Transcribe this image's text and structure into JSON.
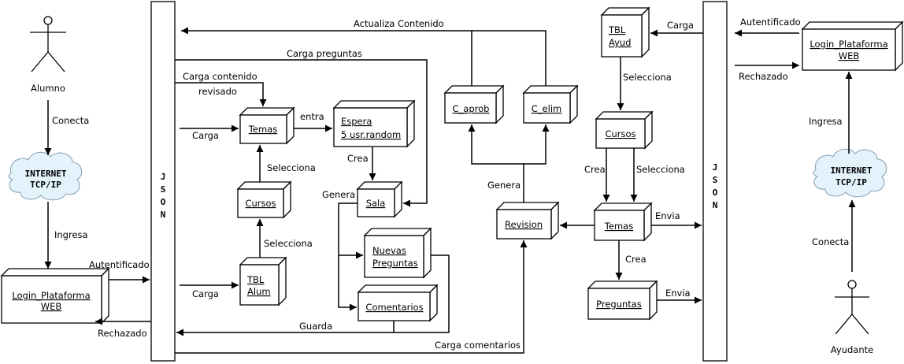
{
  "actors": {
    "alumno": "Alumno",
    "ayudante": "Ayudante"
  },
  "clouds": {
    "left": {
      "line1": "INTERNET",
      "line2": "TCP/IP"
    },
    "right": {
      "line1": "INTERNET",
      "line2": "TCP/IP"
    }
  },
  "json_bars": {
    "left": [
      "J",
      "S",
      "O",
      "N"
    ],
    "right": [
      "J",
      "S",
      "O",
      "N"
    ]
  },
  "boxes": {
    "login_left": {
      "line1": "Login_Plataforma",
      "line2": "WEB"
    },
    "login_right": {
      "line1": "Login_Plataforma",
      "line2": "WEB"
    },
    "temas_left": "Temas",
    "cursos_left": "Cursos",
    "tbl_alum": {
      "line1": "TBL",
      "line2": "Alum"
    },
    "espera": {
      "line1": "Espera",
      "line2": "5 usr.random"
    },
    "sala": "Sala",
    "nuevas_preguntas": {
      "line1": "Nuevas",
      "line2": "Preguntas"
    },
    "comentarios": "Comentarios",
    "c_aprob": "C_aprob",
    "c_elim": "C_elim",
    "revision": "Revision",
    "tbl_ayud": {
      "line1": "TBL",
      "line2": "Ayud"
    },
    "cursos_right": "Cursos",
    "temas_right": "Temas",
    "preguntas": "Preguntas"
  },
  "labels": {
    "conecta_left": "Conecta",
    "ingresa_left": "Ingresa",
    "autentificado_left": "Autentificado",
    "rechazado_left": "Rechazado",
    "actualiza_contenido": "Actualiza Contenido",
    "carga_preguntas": "Carga preguntas",
    "carga_contenido": "Carga contenido",
    "revisado": "revisado",
    "entra": "entra",
    "carga_temas": "Carga",
    "selecciona_temas": "Selecciona",
    "crea_sala": "Crea",
    "genera_left": "Genera",
    "selecciona_cursos": "Selecciona",
    "carga_alum": "Carga",
    "guarda": "Guarda",
    "carga_comentarios": "Carga comentarios",
    "genera_right": "Genera",
    "carga_ayud": "Carga",
    "selecciona_ayud": "Selecciona",
    "crea_temas": "Crea",
    "selecciona_temas_right": "Selecciona",
    "envia_temas": "Envia",
    "crea_preguntas": "Crea",
    "envia_preguntas": "Envia",
    "autentificado_right": "Autentificado",
    "rechazado_right": "Rechazado",
    "ingresa_right": "Ingresa",
    "conecta_right": "Conecta"
  }
}
